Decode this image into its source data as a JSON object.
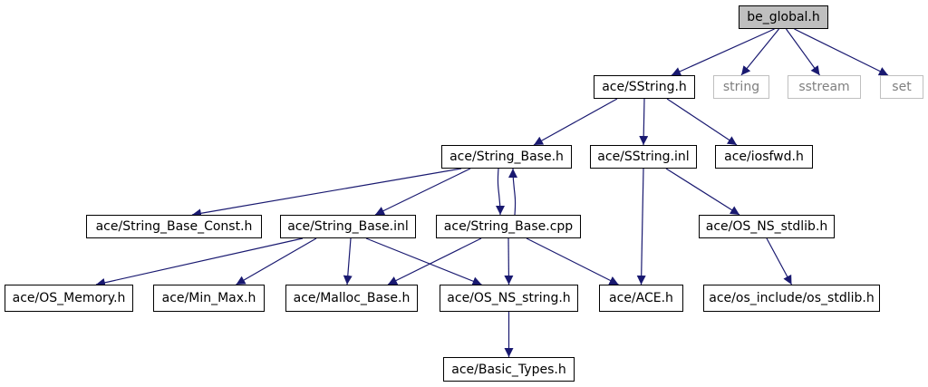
{
  "graph": {
    "colors": {
      "edge": "#191970",
      "root_fill": "#bfbfbf",
      "external_border": "#bfbfbf",
      "external_text": "#7f7f7f"
    },
    "nodes": {
      "be_global": "be_global.h",
      "sstring_h": "ace/SString.h",
      "string": "string",
      "sstream": "sstream",
      "set": "set",
      "string_base_h": "ace/String_Base.h",
      "sstring_inl": "ace/SString.inl",
      "iosfwd": "ace/iosfwd.h",
      "string_base_const": "ace/String_Base_Const.h",
      "string_base_inl": "ace/String_Base.inl",
      "string_base_cpp": "ace/String_Base.cpp",
      "os_ns_stdlib": "ace/OS_NS_stdlib.h",
      "os_memory": "ace/OS_Memory.h",
      "min_max": "ace/Min_Max.h",
      "malloc_base": "ace/Malloc_Base.h",
      "os_ns_string": "ace/OS_NS_string.h",
      "ace_h": "ace/ACE.h",
      "os_stdlib": "ace/os_include/os_stdlib.h",
      "basic_types": "ace/Basic_Types.h"
    },
    "edges": [
      [
        "be_global",
        "sstring_h"
      ],
      [
        "be_global",
        "string"
      ],
      [
        "be_global",
        "sstream"
      ],
      [
        "be_global",
        "set"
      ],
      [
        "sstring_h",
        "string_base_h"
      ],
      [
        "sstring_h",
        "sstring_inl"
      ],
      [
        "sstring_h",
        "iosfwd"
      ],
      [
        "string_base_h",
        "string_base_const"
      ],
      [
        "string_base_h",
        "string_base_inl"
      ],
      [
        "string_base_h",
        "string_base_cpp"
      ],
      [
        "string_base_cpp",
        "string_base_h"
      ],
      [
        "string_base_inl",
        "os_memory"
      ],
      [
        "string_base_inl",
        "min_max"
      ],
      [
        "string_base_inl",
        "malloc_base"
      ],
      [
        "string_base_inl",
        "os_ns_string"
      ],
      [
        "string_base_cpp",
        "malloc_base"
      ],
      [
        "string_base_cpp",
        "os_ns_string"
      ],
      [
        "string_base_cpp",
        "ace_h"
      ],
      [
        "sstring_inl",
        "ace_h"
      ],
      [
        "sstring_inl",
        "os_ns_stdlib"
      ],
      [
        "os_ns_stdlib",
        "os_stdlib"
      ],
      [
        "os_ns_string",
        "basic_types"
      ]
    ]
  }
}
